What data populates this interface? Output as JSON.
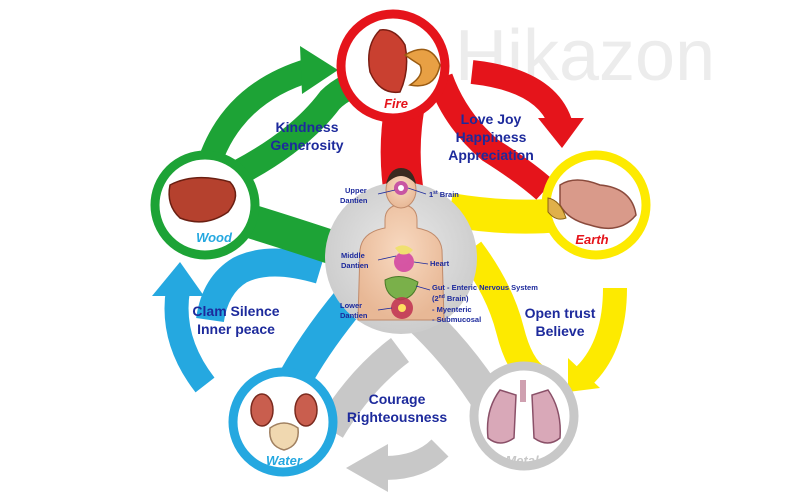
{
  "watermark": "Hikazon",
  "colors": {
    "fire": "#e5141b",
    "earth": "#fdea00",
    "metal": "#c8c8c8",
    "water": "#25a8e0",
    "wood": "#1da336",
    "text": "#1d2a9c"
  },
  "elements": {
    "fire": "Fire",
    "earth": "Earth",
    "metal": "Metal",
    "water": "Water",
    "wood": "Wood"
  },
  "virtues": {
    "fire_line1": "Love Joy",
    "fire_line2": "Happiness",
    "fire_line3": "Appreciation",
    "earth_line1": "Open trust",
    "earth_line2": "Believe",
    "metal_line1": "Courage",
    "metal_line2": "Righteousness",
    "water_line1": "Clam Silence",
    "water_line2": "Inner peace",
    "wood_line1": "Kindness",
    "wood_line2": "Generosity"
  },
  "body": {
    "upper_1": "Upper",
    "upper_2": "Dantien",
    "middle_1": "Middle",
    "middle_2": "Dantien",
    "lower_1": "Lower",
    "lower_2": "Dantien",
    "brain1_a": "1",
    "brain1_b": "st",
    "brain1_c": " Brain",
    "heart": "Heart",
    "gut_1": "Gut - Enteric Nervous System",
    "gut_2a": "(2",
    "gut_2b": "nd",
    "gut_2c": " Brain)",
    "gut_3": "- Myenteric",
    "gut_4": "- Submucosal"
  }
}
